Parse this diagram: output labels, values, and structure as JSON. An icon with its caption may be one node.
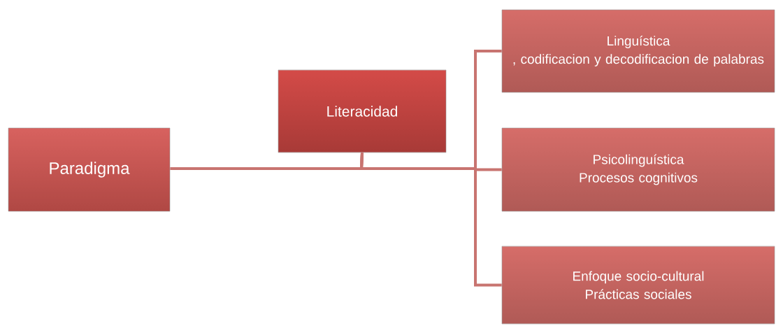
{
  "diagram": {
    "nodes": [
      {
        "text": [
          "Paradigma"
        ]
      },
      {
        "text": [
          "Literacidad"
        ]
      },
      {
        "text": [
          "Linguística",
          ", codificacion y decodificacion de palabras"
        ]
      },
      {
        "text": [
          "Psicolinguística",
          "Procesos cognitivos"
        ]
      },
      {
        "text": [
          "Enfoque socio-cultural",
          "Prácticas sociales"
        ]
      }
    ],
    "edges": [
      {
        "from": 0,
        "to": 1,
        "arrow": "none"
      },
      {
        "from": 1,
        "to": 2,
        "arrow": "none"
      },
      {
        "from": 1,
        "to": 3,
        "arrow": "none"
      },
      {
        "from": 1,
        "to": 4,
        "arrow": "none"
      }
    ]
  }
}
